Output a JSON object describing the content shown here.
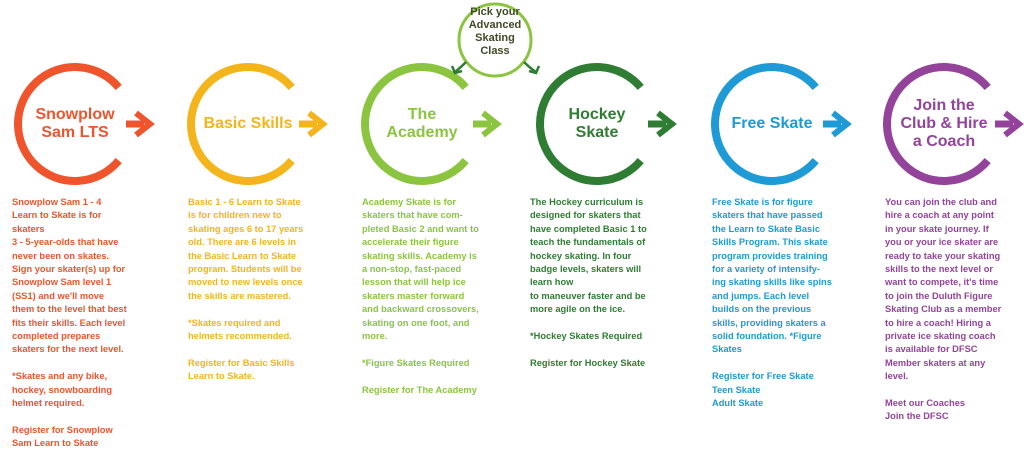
{
  "pick": {
    "text": "Pick your\nAdvanced\nSkating\nClass",
    "color": "#8bc540"
  },
  "steps": [
    {
      "title": "Snowplow\nSam LTS",
      "color": "#f0542c",
      "paragraphs": [
        "Snowplow Sam 1 - 4\nLearn to Skate is for\nskaters\n3 - 5-year-olds that have\nnever been on skates.\nSign your skater(s) up for\nSnowplow Sam level 1\n(SS1) and we'll move\nthem to the level that best\nfits their skills. Each level\ncompleted prepares\nskaters for the next level.",
        "*Skates and any bike,\nhockey, snowboarding\nhelmet required."
      ],
      "links": [
        "Register for Snowplow\nSam Learn to Skate"
      ]
    },
    {
      "title": "Basic Skills",
      "color": "#f4b51c",
      "paragraphs": [
        "Basic 1 - 6 Learn to Skate\nis for children new to\nskating ages 6 to 17 years\nold. There are 6 levels in\nthe Basic Learn to Skate\nprogram. Students will be\nmoved to new levels once\nthe skills are mastered.",
        "*Skates required and\nhelmets recommended."
      ],
      "links": [
        "Register for Basic Skills\nLearn to Skate."
      ]
    },
    {
      "title": "The\nAcademy",
      "color": "#8bc540",
      "paragraphs": [
        "Academy Skate is for\nskaters that have com-\npleted Basic 2 and want to\naccelerate their figure\nskating skills. Academy is\na non-stop, fast-paced\nlesson that will help ice\nskaters master forward\nand backward crossovers,\nskating on one foot, and\nmore.",
        "*Figure Skates Required"
      ],
      "links": [
        "Register for The Academy"
      ]
    },
    {
      "title": "Hockey\nSkate",
      "color": "#2e7d32",
      "paragraphs": [
        "The Hockey curriculum is\ndesigned for skaters that\nhave completed Basic 1 to\nteach the fundamentals of\nhockey skating. In four\nbadge levels, skaters will\nlearn how\nto maneuver faster and be\nmore agile on the ice.",
        "*Hockey Skates Required"
      ],
      "links": [
        "Register for Hockey Skate"
      ]
    },
    {
      "title": "Free Skate",
      "color": "#1e9ad6",
      "paragraphs": [
        "Free Skate is for figure\nskaters that have passed\nthe Learn to Skate Basic\nSkills Program. This skate\nprogram provides training\nfor a variety of intensify-\ning skating skills like spins\nand jumps. Each level\nbuilds on the previous\nskills, providing skaters a\nsolid foundation. *Figure\nSkates"
      ],
      "links": [
        "Register for Free Skate",
        "Teen Skate",
        "Adult Skate"
      ]
    },
    {
      "title": "Join the\nClub & Hire\na Coach",
      "color": "#93439a",
      "paragraphs": [
        "You can join the club and\nhire a coach at any point\nin your skate journey. If\nyou or your ice skater are\nready to take your skating\nskills to the next level or\nwant to compete, it's time\nto join the Duluth Figure\nSkating Club as a member\nto hire a coach! Hiring a\nprivate ice skating coach\nis available for DFSC\nMember skaters at any\nlevel."
      ],
      "links": [
        "Meet our Coaches",
        "Join the DFSC"
      ]
    }
  ]
}
